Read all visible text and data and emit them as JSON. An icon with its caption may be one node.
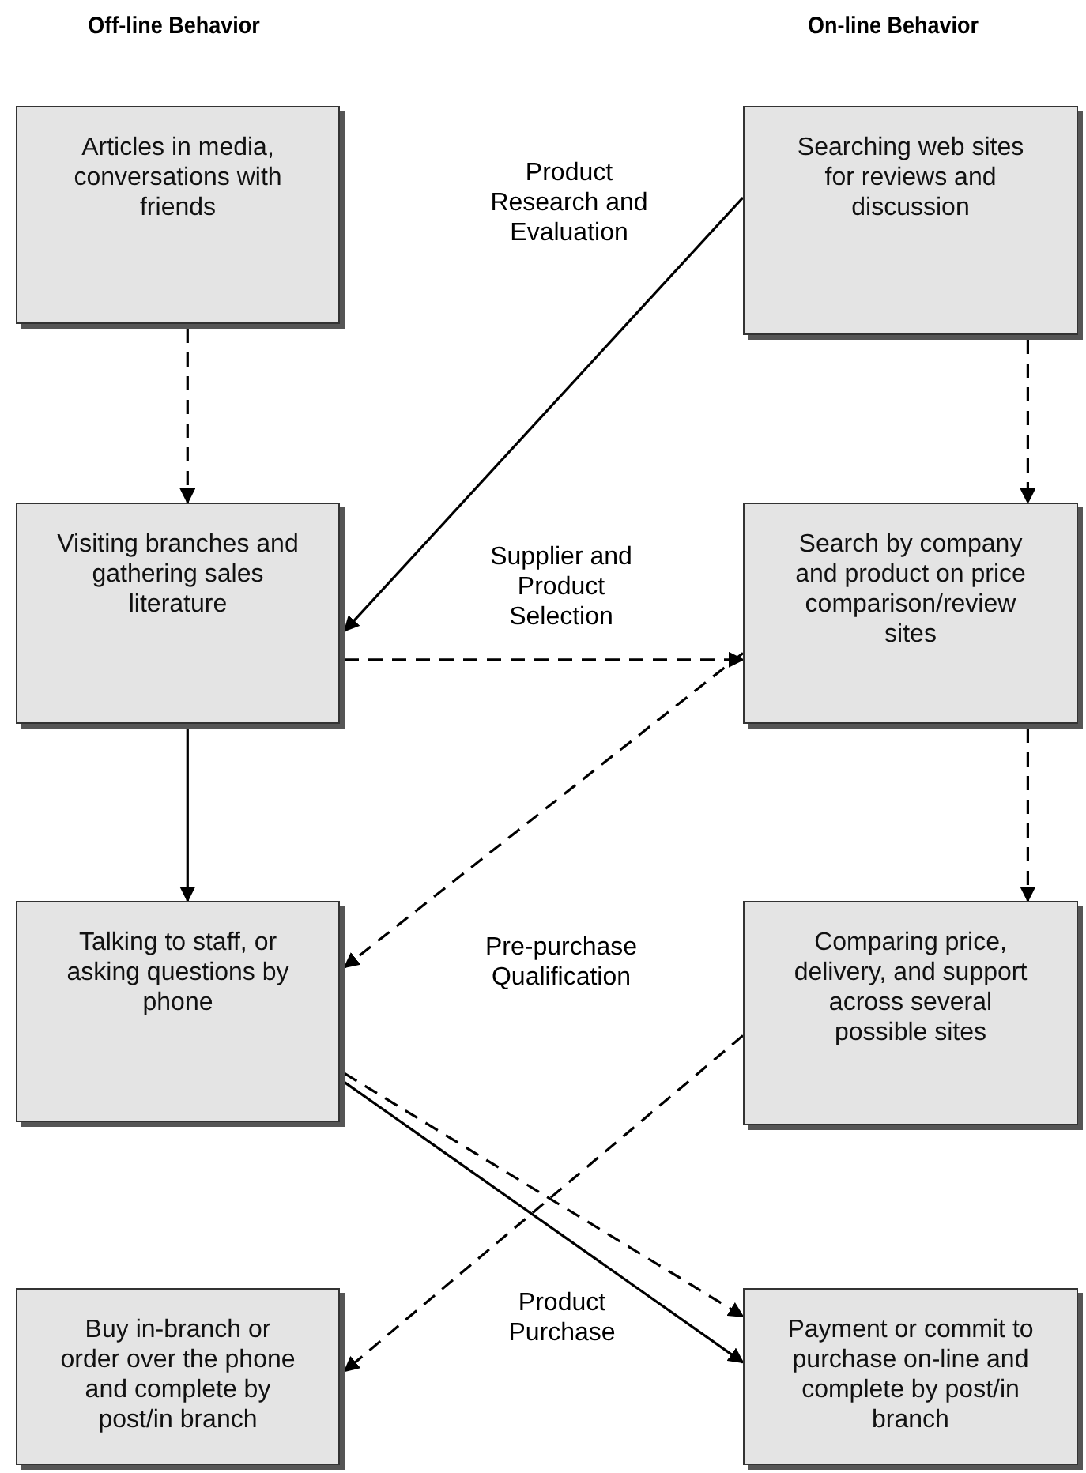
{
  "diagram": {
    "nodes": [
      {
        "text": [
          "Articles in media, conversations with friends"
        ]
      },
      {
        "text": [
          "Searching web sites for reviews and discussion"
        ]
      },
      {
        "text": [
          "Visiting branches and gathering sales literature"
        ]
      },
      {
        "text": [
          "Search by company and product on price comparison/review sites"
        ]
      },
      {
        "text": [
          "Talking to staff, or asking questions by phone"
        ]
      },
      {
        "text": [
          "Comparing price, delivery, and support across several possible sites"
        ]
      },
      {
        "text": [
          "Buy in-branch or order over the phone and complete by post/in branch"
        ]
      },
      {
        "text": [
          "Payment or commit to purchase on-line and complete by post/in branch"
        ]
      }
    ],
    "edges": [
      {
        "from": 0,
        "to": 2,
        "arrow": "to",
        "style": "dashed"
      },
      {
        "from": 1,
        "to": 2,
        "arrow": "to"
      },
      {
        "from": 1,
        "to": 3,
        "arrow": "to",
        "style": "dashed"
      },
      {
        "from": 2,
        "to": 3,
        "arrow": "to",
        "style": "dashed"
      },
      {
        "from": 2,
        "to": 4,
        "arrow": "to"
      },
      {
        "from": 3,
        "to": 4,
        "arrow": "to",
        "style": "dashed"
      },
      {
        "from": 3,
        "to": 5,
        "arrow": "to",
        "style": "dashed"
      },
      {
        "from": 5,
        "to": 6,
        "arrow": "to",
        "style": "dashed"
      },
      {
        "from": 4,
        "to": 7,
        "arrow": "to",
        "style": "dashed"
      },
      {
        "from": 4,
        "to": 7,
        "arrow": "to"
      }
    ],
    "labels": [
      "Off-line Behavior",
      "On-line Behavior",
      "Product Research and Evaluation",
      "Supplier and Product Selection",
      "Pre-purchase Qualification",
      "Product Purchase"
    ]
  }
}
